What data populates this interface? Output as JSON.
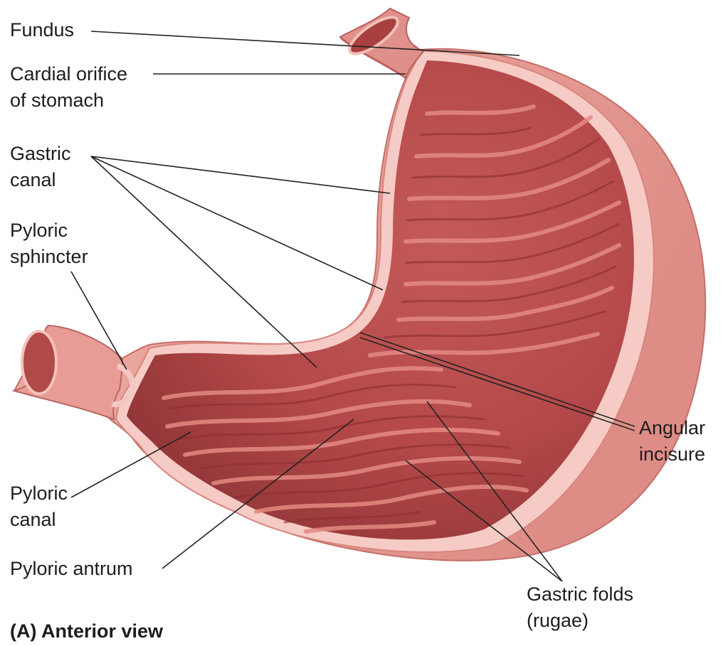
{
  "figure": {
    "caption": "(A) Anterior view"
  },
  "labels": {
    "fundus": [
      "Fundus"
    ],
    "cardial_orifice": [
      "Cardial orifice",
      "of stomach"
    ],
    "gastric_canal": [
      "Gastric",
      "canal"
    ],
    "pyloric_sphincter": [
      "Pyloric",
      "sphincter"
    ],
    "pyloric_canal": [
      "Pyloric",
      "canal"
    ],
    "pyloric_antrum": [
      "Pyloric antrum"
    ],
    "angular_incisure": [
      "Angular",
      "incisure"
    ],
    "gastric_folds": [
      "Gastric folds",
      "(rugae)"
    ]
  },
  "colors": {
    "mucosa": "#c9605c",
    "mucosa_dark": "#9c3a3a",
    "wall": "#f3c2bd",
    "outer": "#e79d96",
    "leader": "#222222"
  }
}
